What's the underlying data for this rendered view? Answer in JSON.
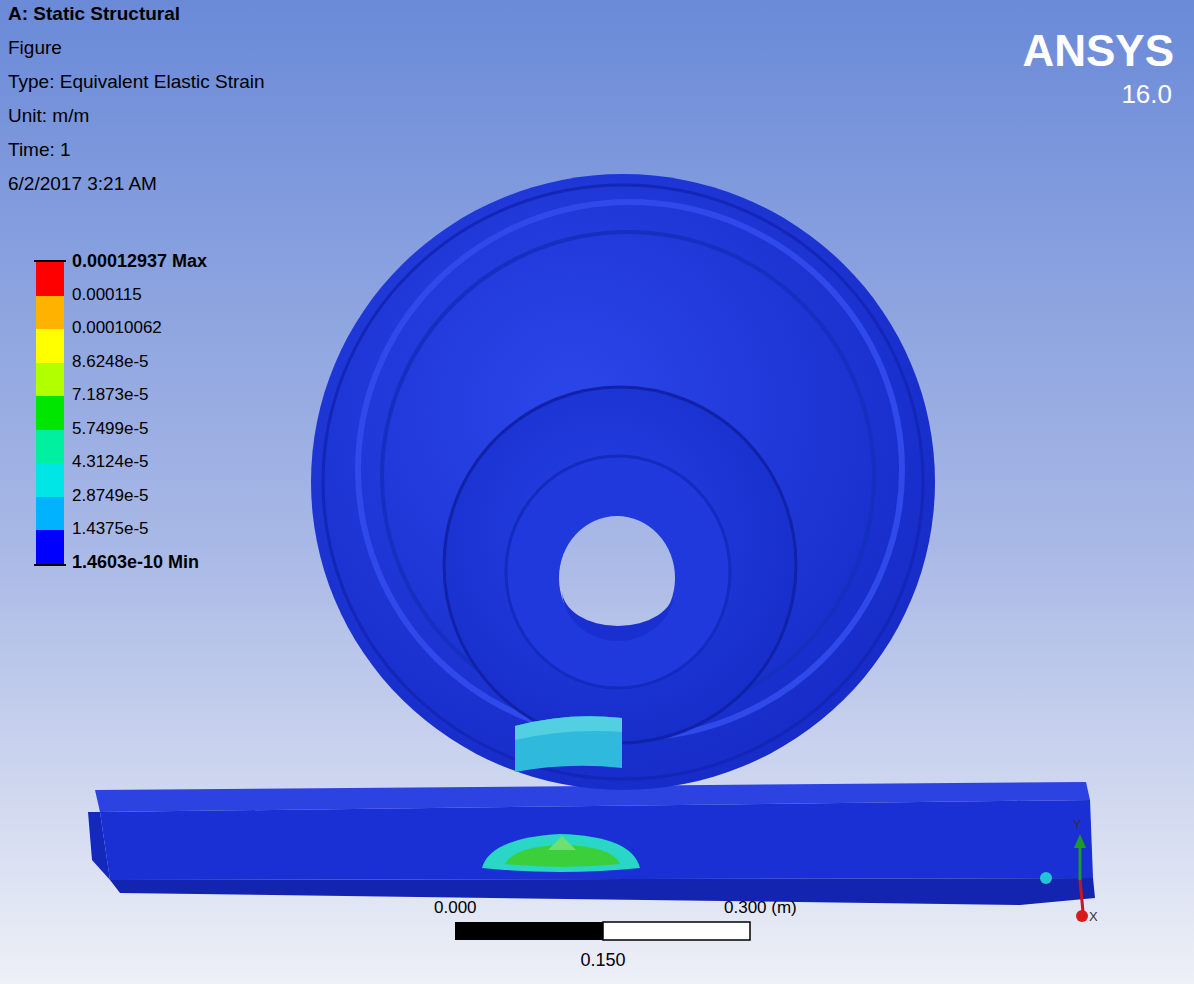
{
  "diagram": {
    "title": "A: Static Structural",
    "labels": [
      "Figure",
      "Type: Equivalent Elastic Strain",
      "Unit: m/m",
      "Time: 1",
      "6/2/2017 3:21 AM",
      "ANSYS",
      "16.0",
      "1.4603e-10 Min",
      "0.000",
      "0.300 (m)",
      "0.150",
      "Y",
      "X"
    ],
    "legend": [
      {
        "text": "0.00012937 Max",
        "color": "#ff0000"
      },
      {
        "text": "0.000115",
        "color": "#ffb200"
      },
      {
        "text": "0.00010062",
        "color": "#ffff00"
      },
      {
        "text": "8.6248e-5",
        "color": "#b2ff00"
      },
      {
        "text": "7.1873e-5",
        "color": "#00e600"
      },
      {
        "text": "5.7499e-5",
        "color": "#00f0a0"
      },
      {
        "text": "4.3124e-5",
        "color": "#00e6e6"
      },
      {
        "text": "2.8749e-5",
        "color": "#00b2ff"
      },
      {
        "text": "1.4375e-5",
        "color": "#0000ff"
      }
    ]
  }
}
